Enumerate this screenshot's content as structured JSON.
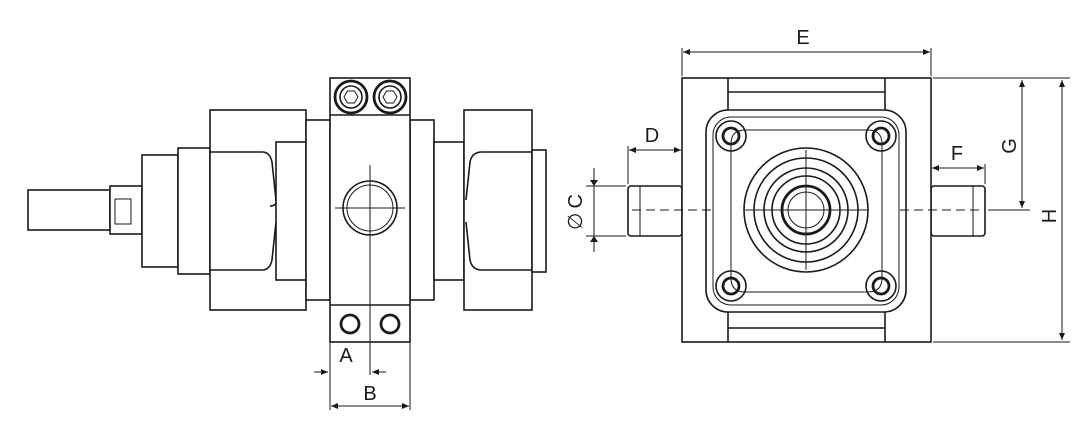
{
  "diagram": {
    "dimension_labels": {
      "a": "A",
      "b": "B",
      "c": "C",
      "diameter_symbol": "∅",
      "d": "D",
      "e": "E",
      "f": "F",
      "g": "G",
      "h": "H"
    },
    "colors": {
      "line": "#1a1a1a",
      "background": "#ffffff"
    }
  }
}
